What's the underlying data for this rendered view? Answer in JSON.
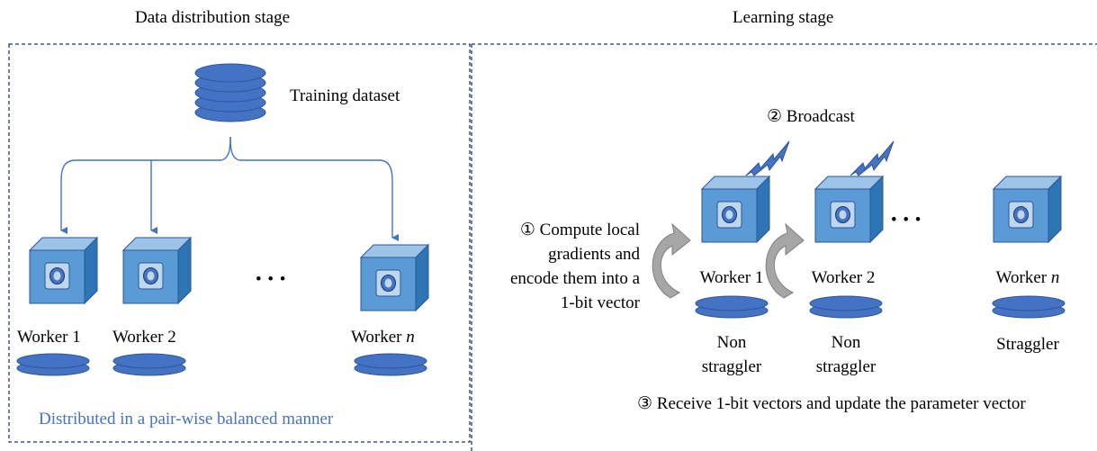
{
  "left_stage": {
    "title": "Data distribution stage",
    "dataset_label": "Training dataset",
    "workers": [
      {
        "name": "Worker 1",
        "suffix": ""
      },
      {
        "name": "Worker 2",
        "suffix": ""
      },
      {
        "name": "Worker ",
        "suffix": "n"
      }
    ],
    "ellipsis": "• • •",
    "footer": "Distributed in a pair-wise balanced manner"
  },
  "right_stage": {
    "title": "Learning stage",
    "step1_lines": [
      "① Compute local",
      "gradients and",
      "encode them into a",
      "1-bit vector"
    ],
    "step2": "② Broadcast",
    "step3": "③ Receive 1-bit vectors and update the parameter vector",
    "ellipsis": "• • •",
    "workers": [
      {
        "name": "Worker 1",
        "suffix": "",
        "status_lines": [
          "Non",
          "straggler"
        ]
      },
      {
        "name": "Worker 2",
        "suffix": "",
        "status_lines": [
          "Non",
          "straggler"
        ]
      },
      {
        "name": "Worker ",
        "suffix": "n",
        "status_lines": [
          "Straggler"
        ]
      }
    ]
  },
  "colors": {
    "box_border": "#1F3864",
    "arrow": "#4472C4",
    "worker_front": "#5B9BD5",
    "disk": "#4472C4",
    "lightning": "#4472C4",
    "curved_arrow": "#A6A6A6",
    "footer_text": "#4472C4"
  }
}
